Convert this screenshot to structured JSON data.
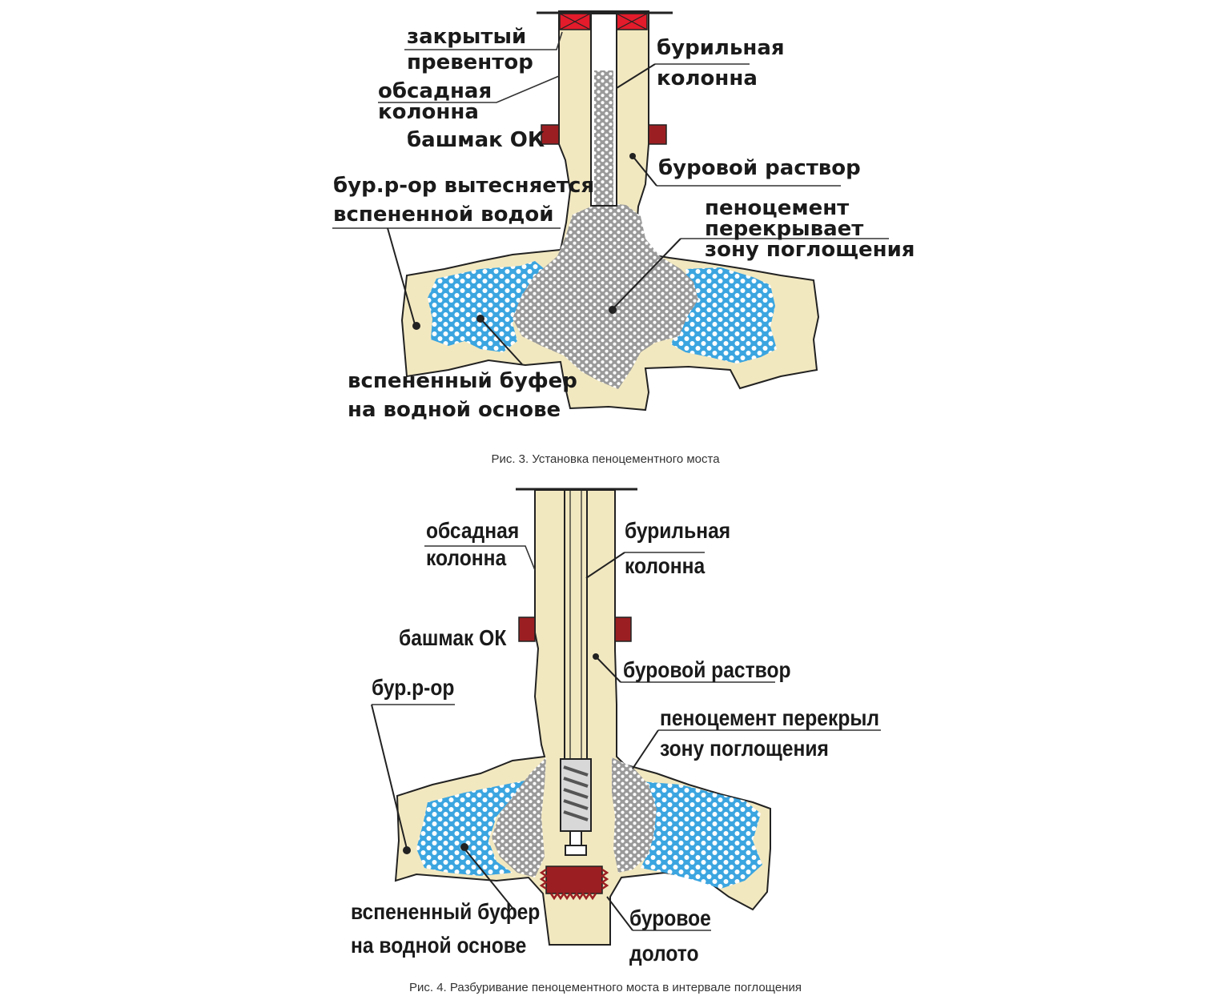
{
  "colors": {
    "rock": "#f2e8c0",
    "outline": "#222222",
    "red": "#c8102e",
    "dark_red": "#9b1f22",
    "water": "#3ba5e0",
    "cement": "#9a9a9a"
  },
  "figure3": {
    "labels": {
      "closed_preventer_1": "закрытый",
      "closed_preventer_2": "превентор",
      "casing_1": "обсадная",
      "casing_2": "колонна",
      "drill_string_1": "бурильная",
      "drill_string_2": "колонна",
      "shoe": "башмак ОК",
      "mud": "буровой  раствор",
      "displaced_1": "бур.р-ор вытесняется",
      "displaced_2": "вспененной водой",
      "foam_cement_1": "пеноцемент",
      "foam_cement_2": "перекрывает",
      "foam_cement_3": "зону поглощения",
      "buffer_1": "вспененный буфер",
      "buffer_2": "на водной основе"
    },
    "caption": "Рис. 3. Установка пеноцементного моста"
  },
  "figure4": {
    "labels": {
      "casing_1": "обсадная",
      "casing_2": "колонна",
      "drill_string_1": "бурильная",
      "drill_string_2": "колонна",
      "shoe": "башмак ОК",
      "mud": "буровой  раствор",
      "mud_short": "бур.р-ор",
      "foam_cement_1": "пеноцемент  перекрыл",
      "foam_cement_2": "зону поглощения",
      "buffer_1": "вспененный буфер",
      "buffer_2": "на водной основе",
      "bit_1": "буровое",
      "bit_2": "долото"
    },
    "caption": "Рис. 4. Разбуривание пеноцементного моста в интервале поглощения"
  }
}
